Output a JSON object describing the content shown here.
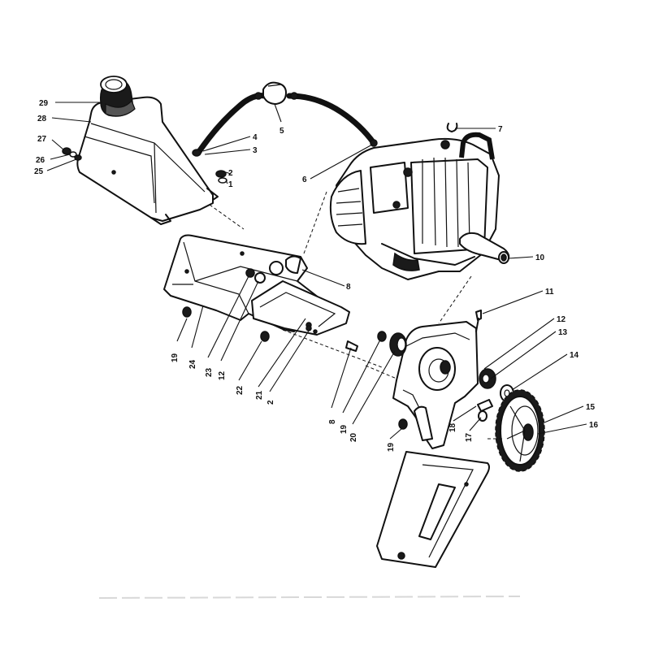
{
  "callouts": [
    {
      "id": "c29",
      "label": "29"
    },
    {
      "id": "c28",
      "label": "28"
    },
    {
      "id": "c27",
      "label": "27"
    },
    {
      "id": "c26",
      "label": "26"
    },
    {
      "id": "c25",
      "label": "25"
    },
    {
      "id": "c4",
      "label": "4"
    },
    {
      "id": "c3",
      "label": "3"
    },
    {
      "id": "c2a",
      "label": "2"
    },
    {
      "id": "c1",
      "label": "1"
    },
    {
      "id": "c5",
      "label": "5"
    },
    {
      "id": "c6",
      "label": "6"
    },
    {
      "id": "c7",
      "label": "7"
    },
    {
      "id": "c10",
      "label": "10"
    },
    {
      "id": "c8a",
      "label": "8"
    },
    {
      "id": "c11",
      "label": "11"
    },
    {
      "id": "c12a",
      "label": "12"
    },
    {
      "id": "c13",
      "label": "13"
    },
    {
      "id": "c14",
      "label": "14"
    },
    {
      "id": "c15",
      "label": "15"
    },
    {
      "id": "c16",
      "label": "16"
    },
    {
      "id": "c19a",
      "label": "19"
    },
    {
      "id": "c24",
      "label": "24"
    },
    {
      "id": "c23",
      "label": "23"
    },
    {
      "id": "c12b",
      "label": "12"
    },
    {
      "id": "c22",
      "label": "22"
    },
    {
      "id": "c21",
      "label": "21"
    },
    {
      "id": "c2b",
      "label": "2"
    },
    {
      "id": "c8b",
      "label": "8"
    },
    {
      "id": "c19b",
      "label": "19"
    },
    {
      "id": "c20",
      "label": "20"
    },
    {
      "id": "c18",
      "label": "18"
    },
    {
      "id": "c17",
      "label": "17"
    },
    {
      "id": "c19c",
      "label": "19"
    }
  ]
}
